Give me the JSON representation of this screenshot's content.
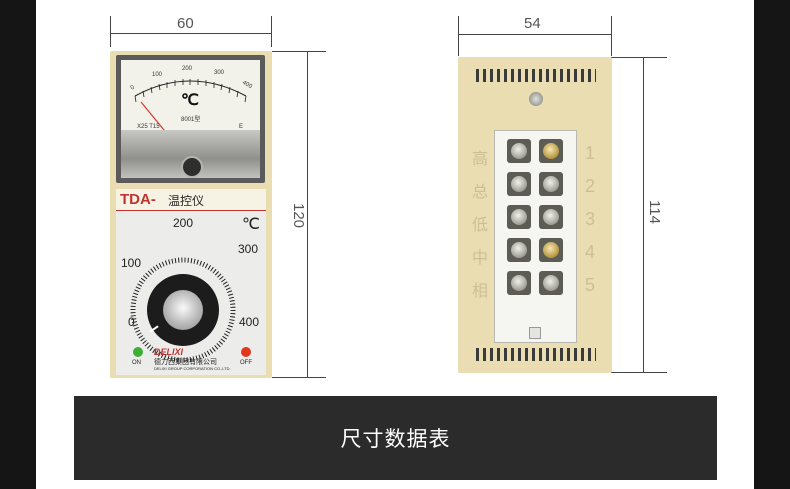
{
  "caption": "尺寸数据表",
  "dimensions": {
    "front_width": "60",
    "front_height": "120",
    "rear_width": "54",
    "rear_height": "114"
  },
  "meter": {
    "scale_labels": [
      "0",
      "100",
      "200",
      "300",
      "400"
    ],
    "unit": "℃",
    "model": "8001型",
    "code_left": "X25 T15",
    "code_right": "E"
  },
  "front_panel": {
    "model_label": "TDA-",
    "name": "温控仪",
    "unit": "℃",
    "dial_labels": [
      "0",
      "100",
      "200",
      "300",
      "400"
    ],
    "led_on": "ON",
    "led_off": "OFF",
    "brand": "DELIXI",
    "company_cn": "德力西集团有限公司",
    "company_en": "DELIXI GROUP CORPORATION CO.,LTD."
  },
  "rear_panel": {
    "side_chars": [
      "高",
      "总",
      "低",
      "中",
      "相"
    ],
    "terminal_numbers": [
      "1",
      "2",
      "3",
      "4",
      "5"
    ]
  },
  "colors": {
    "housing": "#e9ddb1",
    "caption_bg": "#2b2b2b",
    "caption_text": "#ffffff",
    "accent_red": "#c2332e",
    "led_on": "#3fae35",
    "led_off": "#e2371f"
  }
}
